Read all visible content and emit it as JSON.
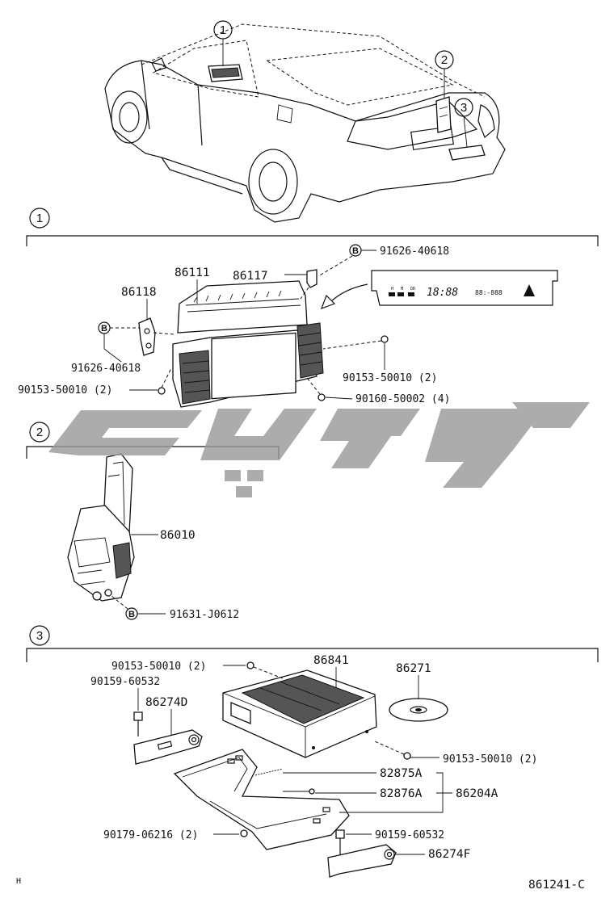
{
  "diagram": {
    "watermark_color": "#9a9a9a",
    "sections": [
      {
        "id": "1"
      },
      {
        "id": "2"
      },
      {
        "id": "3"
      }
    ],
    "overview_callouts": [
      "1",
      "2",
      "3"
    ],
    "display_readout": {
      "time": "18:88",
      "sub": "88:-888"
    },
    "reference_letter": "B",
    "labels": {
      "p86111": "86111",
      "p86117": "86117",
      "p86118": "86118",
      "p91626_top": "91626-40618",
      "p91626_left": "91626-40618",
      "p90153_left": "90153-50010 (2)",
      "p90153_right": "90153-50010 (2)",
      "p90160": "90160-50002 (4)",
      "p86010": "86010",
      "p91631": "91631-J0612",
      "p90153_s3_top": "90153-50010 (2)",
      "p90159_top": "90159-60532",
      "p86274D": "86274D",
      "p86841": "86841",
      "p86271": "86271",
      "p90153_s3_right": "90153-50010 (2)",
      "p82875A": "82875A",
      "p82876A": "82876A",
      "p86204A": "86204A",
      "p90179": "90179-06216 (2)",
      "p90159_bottom": "90159-60532",
      "p86274F": "86274F"
    },
    "footer_left": "H",
    "footer_code": "861241-C"
  }
}
